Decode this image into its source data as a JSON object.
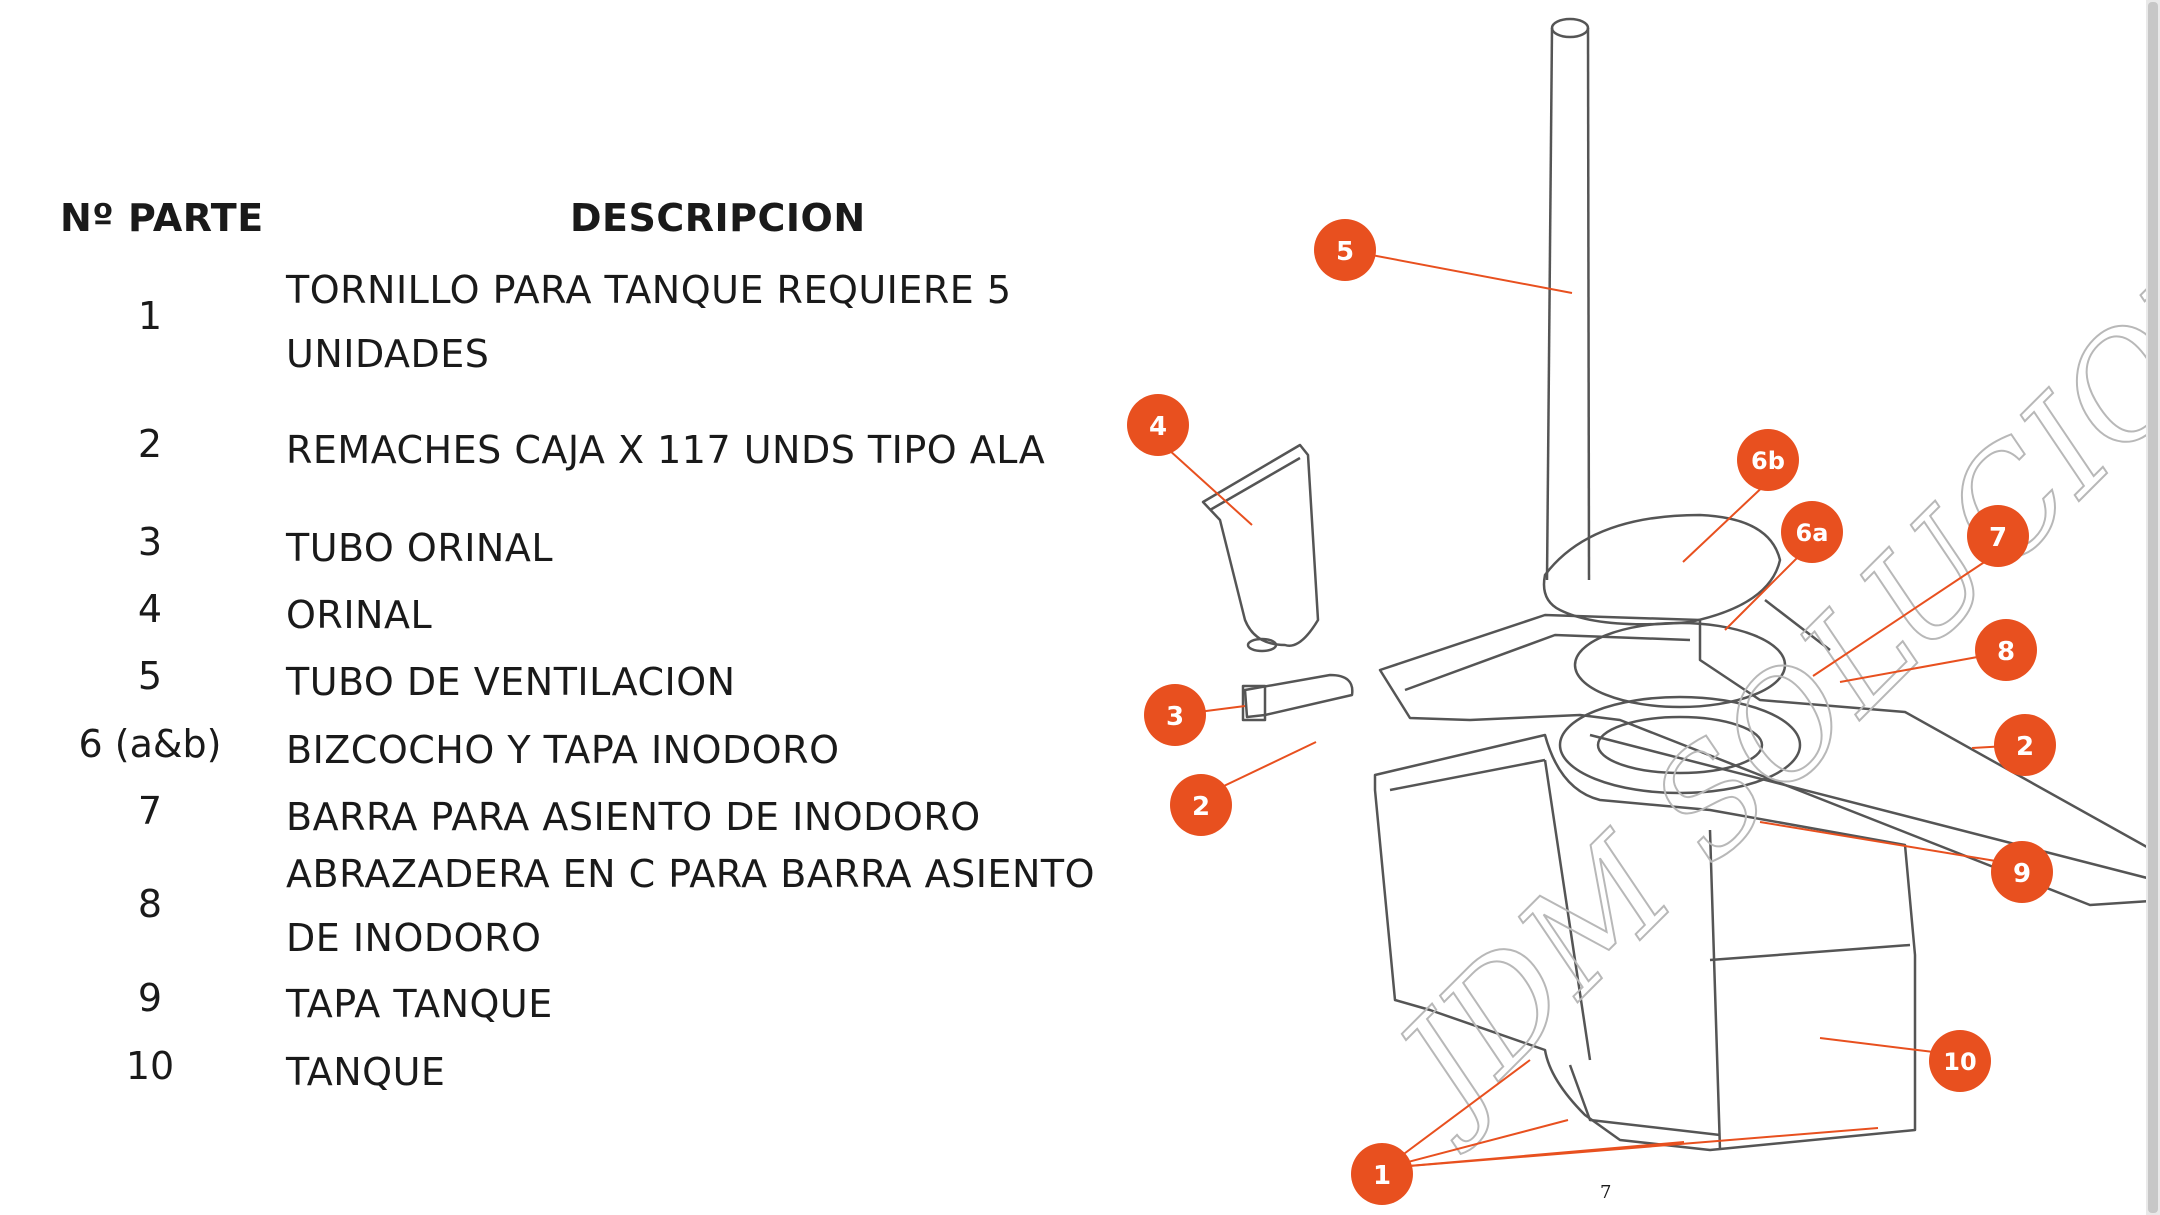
{
  "table": {
    "header_part": "Nº PARTE",
    "header_description": "DESCRIPCION",
    "rows": [
      {
        "part": "1",
        "line1": "TORNILLO PARA TANQUE REQUIERE 5",
        "line2": "UNIDADES"
      },
      {
        "part": "2",
        "line1": "REMACHES CAJA X 117 UNDS TIPO ALA",
        "line2": ""
      },
      {
        "part": "3",
        "line1": "TUBO ORINAL",
        "line2": ""
      },
      {
        "part": "4",
        "line1": "ORINAL",
        "line2": ""
      },
      {
        "part": "5",
        "line1": "TUBO DE VENTILACION",
        "line2": ""
      },
      {
        "part": "6 (a&b)",
        "line1": "BIZCOCHO Y TAPA INODORO",
        "line2": ""
      },
      {
        "part": "7",
        "line1": "BARRA PARA ASIENTO DE INODORO",
        "line2": ""
      },
      {
        "part": "8",
        "line1": "ABRAZADERA EN C PARA BARRA ASIENTO",
        "line2": "DE INODORO"
      },
      {
        "part": "9",
        "line1": "TAPA TANQUE",
        "line2": ""
      },
      {
        "part": "10",
        "line1": "TANQUE",
        "line2": ""
      }
    ]
  },
  "diagram": {
    "callouts": [
      "5",
      "4",
      "6b",
      "6a",
      "7",
      "8",
      "3",
      "2",
      "2",
      "9",
      "10",
      "1"
    ],
    "callout_color": "#e8501f",
    "watermark": "JDM SOLUCIONES SAS"
  },
  "page_number": "7"
}
